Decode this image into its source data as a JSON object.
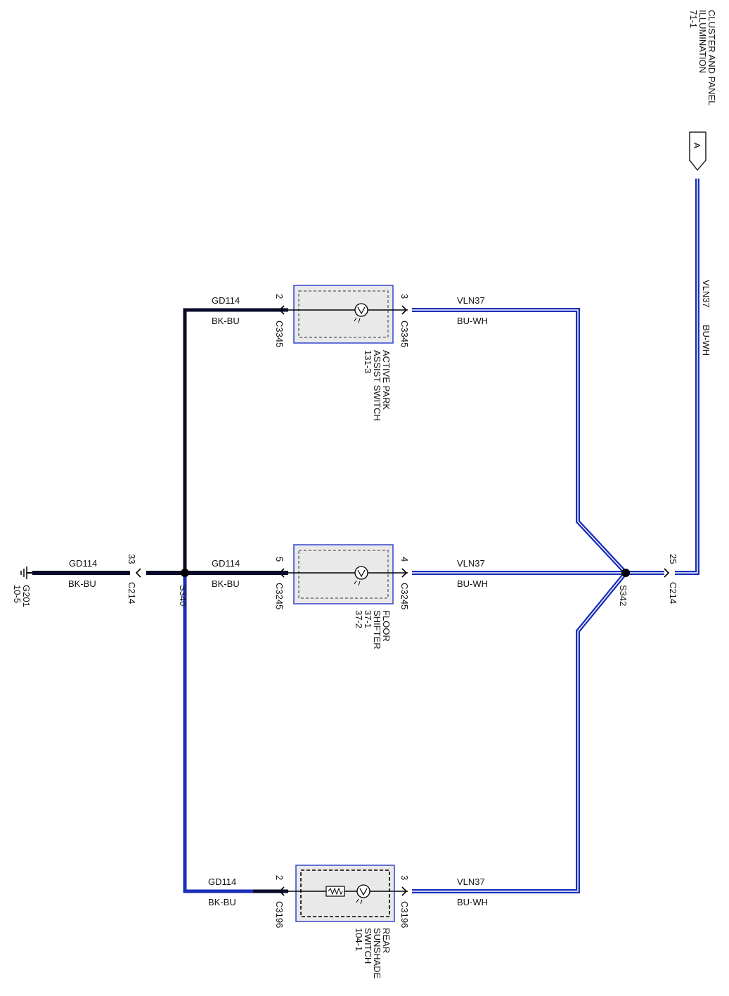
{
  "header": {
    "title_lines": [
      "CLUSTER AND PANEL",
      "ILLUMINATION",
      "71-1"
    ]
  },
  "connector_a": {
    "label": "A"
  },
  "feed_wire": {
    "circuit": "VLN37",
    "color_code": "BU-WH"
  },
  "splices": {
    "s342": "S342",
    "s340": "S340"
  },
  "c214": {
    "connector": "C214",
    "pin_feed": "25",
    "pin_ground": "33"
  },
  "ground": {
    "id": "G201",
    "ref": "10-5",
    "circuit": "GD114",
    "color_code": "BK-BU"
  },
  "components": [
    {
      "name_lines": [
        "ACTIVE PARK",
        "ASSIST SWITCH",
        "131-3"
      ],
      "connector": "C3345",
      "pin_in": "3",
      "pin_out": "2",
      "in_circuit": "VLN37",
      "in_color": "BU-WH",
      "out_circuit": "GD114",
      "out_color": "BK-BU"
    },
    {
      "name_lines": [
        "FLOOR",
        "SHIFTER",
        "37-1",
        "37-2"
      ],
      "connector": "C3245",
      "pin_in": "4",
      "pin_out": "5",
      "in_circuit": "VLN37",
      "in_color": "BU-WH",
      "out_circuit": "GD114",
      "out_color": "BK-BU"
    },
    {
      "name_lines": [
        "REAR",
        "SUNSHADE",
        "SWITCH",
        "104-1"
      ],
      "connector": "C3196",
      "pin_in": "3",
      "pin_out": "2",
      "in_circuit": "VLN37",
      "in_color": "BU-WH",
      "out_circuit": "GD114",
      "out_color": "BK-BU"
    }
  ],
  "colors": {
    "bu_wh_wire": "#1a2fb8",
    "bk_bu_wire": "#0a0a2a",
    "component_fill": "#e9e9e9",
    "component_border": "#3344cc"
  }
}
